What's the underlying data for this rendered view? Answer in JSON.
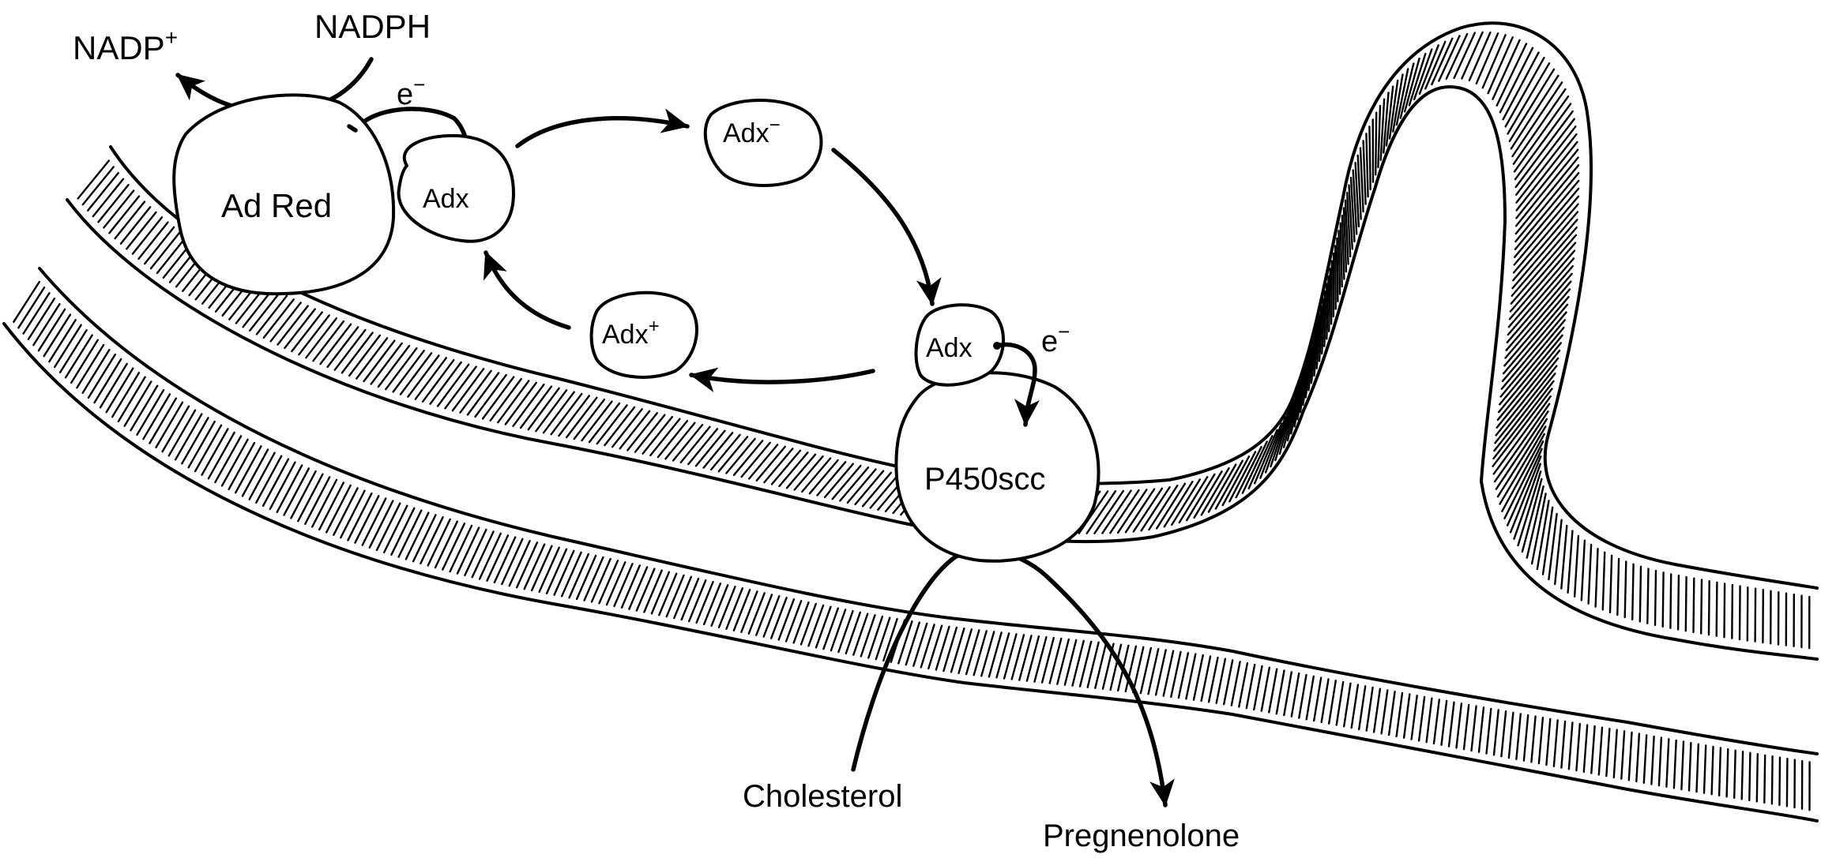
{
  "colors": {
    "line": "#000000",
    "background": "#ffffff"
  },
  "labels": {
    "nadp_plus": "NADP",
    "nadp_plus_sup": "+",
    "nadph": "NADPH",
    "electron_top": "e",
    "electron_top_sup": "−",
    "ad_red": "Ad Red",
    "adx": "Adx",
    "adx_minus": "Adx",
    "adx_minus_sup": "−",
    "adx_plus": "Adx",
    "adx_plus_sup": "+",
    "adx_bound": "Adx",
    "electron_bottom": "e",
    "electron_bottom_sup": "−",
    "p450scc": "P450scc",
    "cholesterol": "Cholesterol",
    "pregnenolone": "Pregnenolone"
  }
}
